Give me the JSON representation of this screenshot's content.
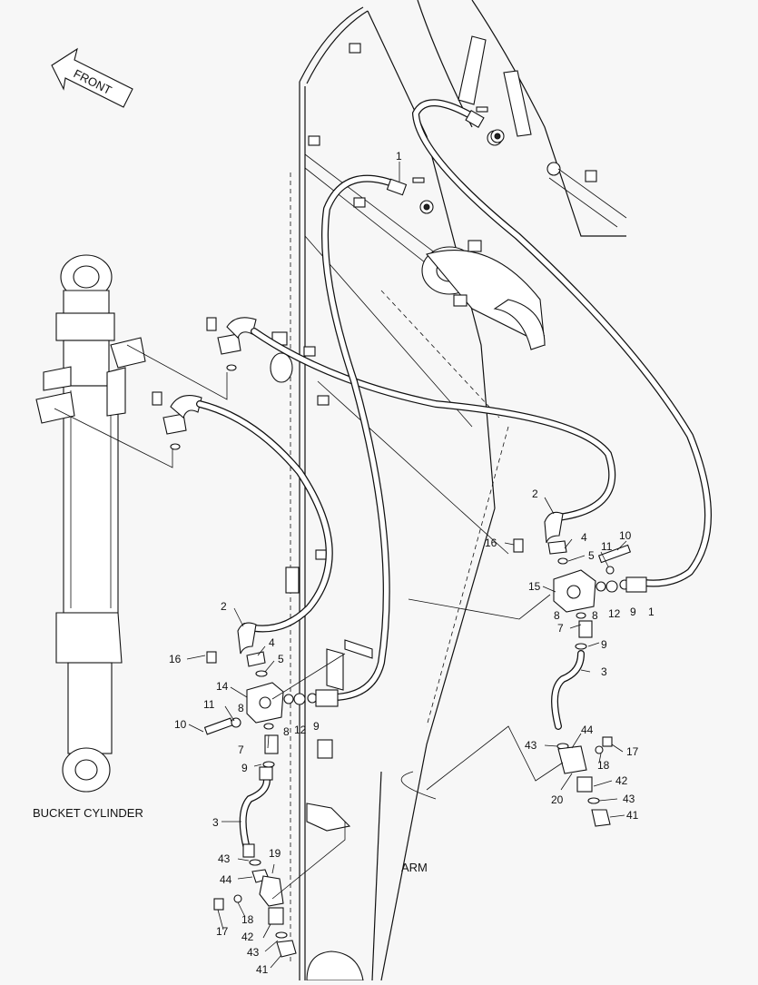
{
  "direction_label": "FRONT",
  "captions": {
    "bucket_cylinder": "BUCKET CYLINDER",
    "arm": "ARM"
  },
  "callouts": {
    "l1": "1",
    "l2a": "2",
    "l2b": "2",
    "l3a": "3",
    "l3b": "3",
    "l4a": "4",
    "l4b": "4",
    "l5a": "5",
    "l5b": "5",
    "l7a": "7",
    "l7b": "7",
    "l8a": "8",
    "l8b": "8",
    "l8c": "8",
    "l8d": "8",
    "l9a": "9",
    "l9b": "9",
    "l9c": "9",
    "l9d": "9",
    "l10a": "10",
    "l10b": "10",
    "l11a": "11",
    "l11b": "11",
    "l12a": "12",
    "l12b": "12",
    "l14": "14",
    "l15": "15",
    "l16a": "16",
    "l16b": "16",
    "l17a": "17",
    "l17b": "17",
    "l18a": "18",
    "l18b": "18",
    "l19": "19",
    "l20": "20",
    "l41a": "41",
    "l41b": "41",
    "l42a": "42",
    "l42b": "42",
    "l43a": "43",
    "l43b": "43",
    "l43c": "43",
    "l43d": "43",
    "l44a": "44",
    "l44b": "44",
    "l1b": "1"
  },
  "colors": {
    "line": "#111111",
    "background": "#f7f7f7"
  }
}
